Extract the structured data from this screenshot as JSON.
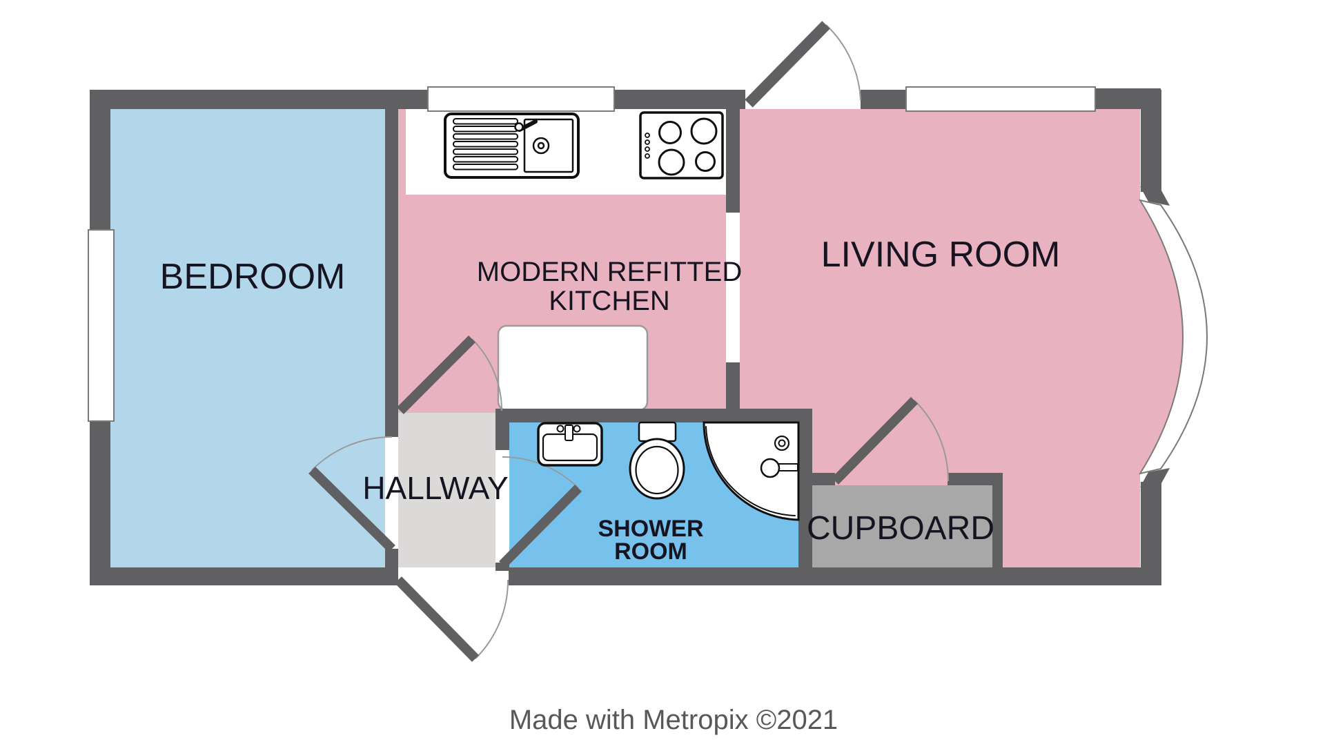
{
  "title": "Floor plan",
  "rooms": {
    "bedroom": {
      "label": "BEDROOM",
      "fill": "#b3d7ea"
    },
    "kitchen": {
      "label_line1": "MODERN REFITTED",
      "label_line2": "KITCHEN",
      "fill": "#e9b2c1"
    },
    "living_room": {
      "label": "LIVING ROOM",
      "fill": "#e9b2c1"
    },
    "hallway": {
      "label": "HALLWAY",
      "fill": "#dcdad8"
    },
    "shower_room": {
      "label_line1": "SHOWER",
      "label_line2": "ROOM",
      "fill": "#77c2ec"
    },
    "cupboard": {
      "label": "CUPBOARD",
      "fill": "#a8a8a8"
    }
  },
  "fixtures": [
    "kitchen-sink-icon",
    "hob-icon",
    "basin-icon",
    "toilet-icon",
    "corner-shower-icon",
    "kitchen-unit"
  ],
  "doors": [
    "living-room-entrance-door",
    "hallway-entrance-door",
    "bedroom-door",
    "kitchen-door",
    "shower-room-door",
    "cupboard-door"
  ],
  "windows": [
    "bedroom-window",
    "kitchen-window",
    "living-room-window",
    "bay-window"
  ],
  "colors": {
    "wall": "#606062",
    "label": "#161420",
    "caption": "#58585b",
    "fixture_outline": "#0f0f0f",
    "door_arc": "#9a9a9a",
    "window_frame": "#7a7a7a",
    "counter": "#ffffff"
  },
  "caption": {
    "text": "Made with Metropix ©2021"
  }
}
